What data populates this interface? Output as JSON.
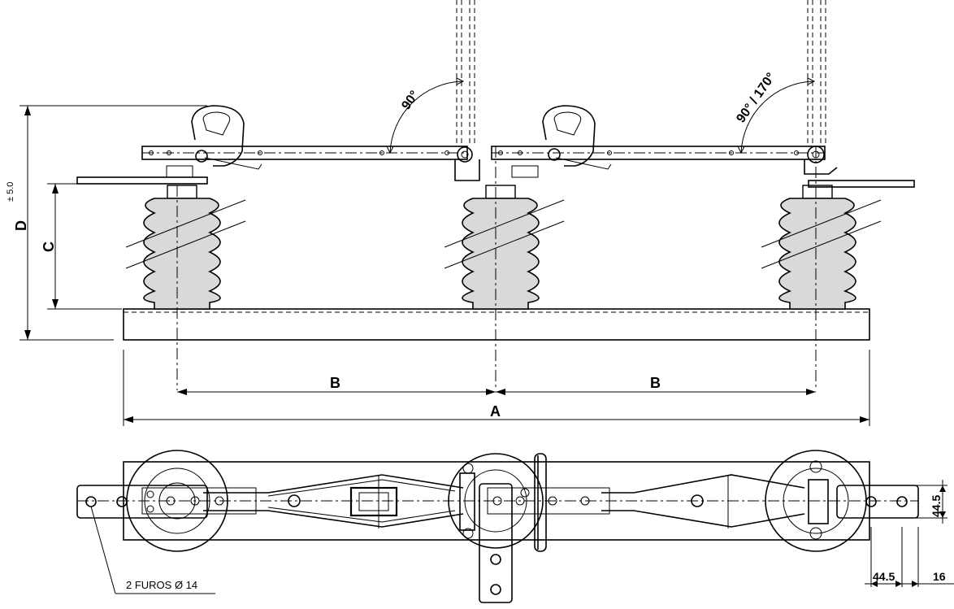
{
  "labels": {
    "dim_a": "A",
    "dim_b_left": "B",
    "dim_b_right": "B",
    "dim_c": "C",
    "dim_d": "D",
    "dim_d_tol": "± 5.0",
    "angle_left": "90°",
    "angle_right": "90° / 170°",
    "holes_note": "2 FUROS Ø 14",
    "dim_445_h": "44.5",
    "dim_445_v": "44.5",
    "dim_16": "16"
  },
  "colors": {
    "line": "#000000",
    "insulator_fill": "#d9d9d9",
    "background": "#ffffff"
  }
}
